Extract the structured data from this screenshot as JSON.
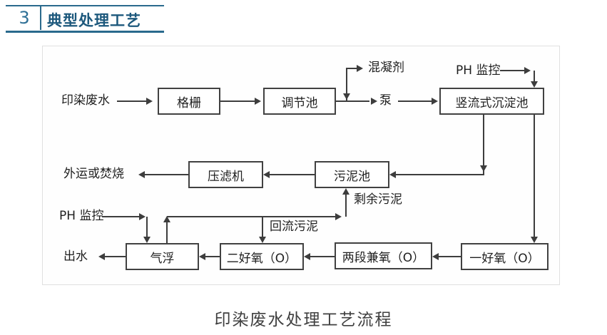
{
  "header": {
    "number": "3",
    "title": "典型处理工艺"
  },
  "caption": "印染废水处理工艺流程",
  "colors": {
    "accent": "#2a6a8d",
    "line": "#3d3d3d",
    "frame_border": "#e0e0e0"
  },
  "diagram": {
    "nodes": {
      "grid": "格栅",
      "regulating_tank": "调节池",
      "vertical_settling_tank": "竖流式沉淀池",
      "filter_press": "压滤机",
      "sludge_tank": "污泥池",
      "air_flotation": "气浮",
      "aerobic_2": "二好氧（O）",
      "two_stage_facultative": "两段兼氧（O）",
      "aerobic_1": "一好氧（O）"
    },
    "labels": {
      "influent": "印染废水",
      "coagulant": "混凝剂",
      "pump": "泵",
      "ph_monitor_top": "PH 监控",
      "ph_monitor_bottom": "PH 监控",
      "disposal": "外运或焚烧",
      "excess_sludge": "剩余污泥",
      "return_sludge": "回流污泥",
      "effluent": "出水"
    }
  }
}
